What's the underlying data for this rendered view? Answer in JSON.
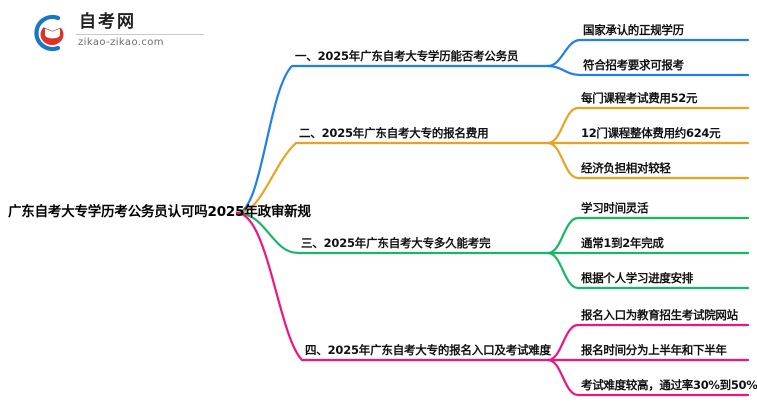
{
  "logo": {
    "name": "自考网",
    "url": "zikao-zikao.com",
    "mark_colors": {
      "ring": "#1878c8",
      "cap": "#e03127"
    }
  },
  "mindmap": {
    "root": {
      "label": "广东自考大专学历考公务员认可吗2025年政审新规"
    },
    "colors": {
      "branch1": "#2080e8",
      "branch2": "#e8a41e",
      "branch3": "#14b866",
      "branch4": "#f0157e"
    },
    "branches": [
      {
        "id": "branch-1",
        "label": "一、2025年广东自考大专学历能否考公务员",
        "color": "#2080e8",
        "leaves": [
          {
            "label": "国家承认的正规学历"
          },
          {
            "label": "符合招考要求可报考"
          }
        ]
      },
      {
        "id": "branch-2",
        "label": "二、2025年广东自考大专的报名费用",
        "color": "#e8a41e",
        "leaves": [
          {
            "label": "每门课程考试费用52元"
          },
          {
            "label": "12门课程整体费用约624元"
          },
          {
            "label": "经济负担相对较轻"
          }
        ]
      },
      {
        "id": "branch-3",
        "label": "三、2025年广东自考大专多久能考完",
        "color": "#14b866",
        "leaves": [
          {
            "label": "学习时间灵活"
          },
          {
            "label": "通常1到2年完成"
          },
          {
            "label": "根据个人学习进度安排"
          }
        ]
      },
      {
        "id": "branch-4",
        "label": "四、2025年广东自考大专的报名入口及考试难度",
        "color": "#f0157e",
        "leaves": [
          {
            "label": "报名入口为教育招生考试院网站"
          },
          {
            "label": "报名时间分为上半年和下半年"
          },
          {
            "label": "考试难度较高，通过率30%到50%"
          }
        ]
      }
    ]
  }
}
